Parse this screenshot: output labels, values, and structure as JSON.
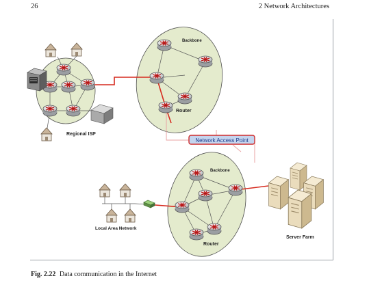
{
  "header": {
    "page_number": "26",
    "chapter": "2  Network Architectures"
  },
  "diagram": {
    "labels": {
      "backbone_top": "Backbone",
      "router_top": "Router",
      "regional_isp": "Regional ISP",
      "network_access_point": "Network Access Point",
      "backbone_bottom": "Backbone",
      "local_area_network": "Local Area Network",
      "router_bottom": "Router",
      "server_farm": "Server Farm"
    },
    "colors": {
      "link": "#d62a1e",
      "cloud": "#e4ebcd",
      "nap_bg": "#c4d4ee",
      "nap_text": "#1f3d8c"
    },
    "icons": [
      "router-icon",
      "house-icon",
      "mainframe-icon",
      "server-icon",
      "switch-icon"
    ]
  },
  "caption": {
    "label": "Fig. 2.22",
    "text": "Data communication in the Internet"
  }
}
